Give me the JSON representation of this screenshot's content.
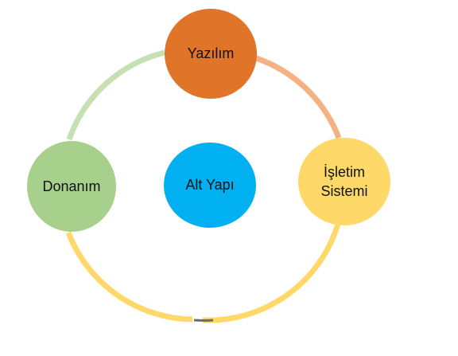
{
  "diagram": {
    "nodes": {
      "top": {
        "label": "Yazılım",
        "color": "#E07428"
      },
      "right": {
        "label": "İşletim\nSistemi",
        "color": "#FED96A"
      },
      "left": {
        "label": "Donanım",
        "color": "#A8D08D"
      },
      "center": {
        "label": "Alt Yapı",
        "color": "#00B0F0"
      }
    },
    "arcs": {
      "top_right": {
        "color": "#F4B183"
      },
      "right_bottom": {
        "color": "#FED96A"
      },
      "bottom_join": {
        "color": "#6B6B6B"
      },
      "left_bottom": {
        "color": "#FED96A"
      },
      "left_top": {
        "color": "#C5E0B3"
      }
    }
  }
}
